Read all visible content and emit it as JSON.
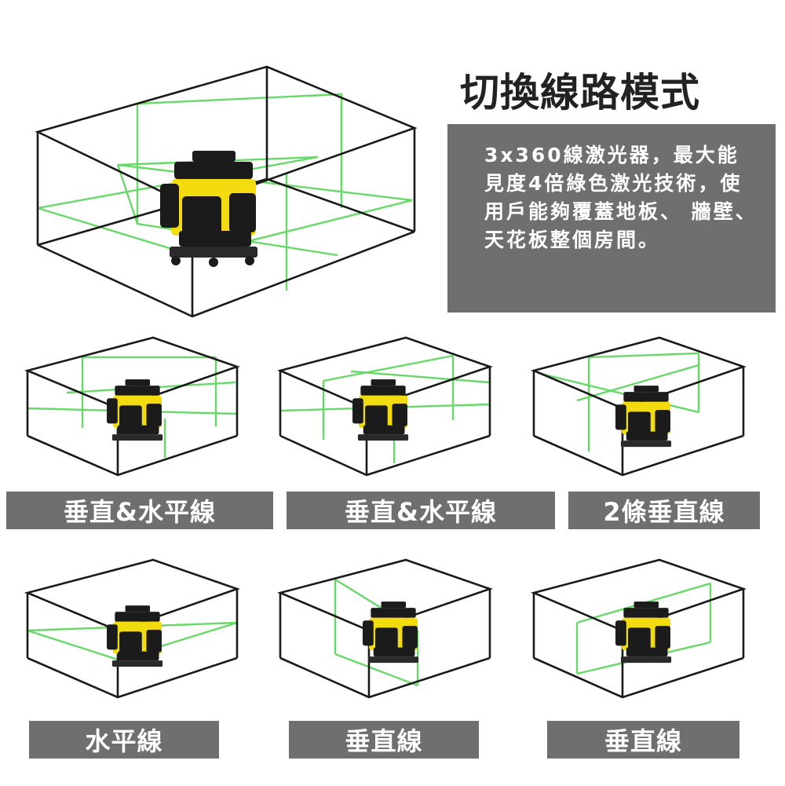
{
  "heading": "切換線路模式",
  "description": "3x360線激光器，最大能見度4倍綠色激光技術，使用戶能夠覆蓋地板、 牆壁、 天花板整個房間。",
  "modes": [
    {
      "label": "垂直&水平線"
    },
    {
      "label": "垂直&水平線"
    },
    {
      "label": "2條垂直線"
    },
    {
      "label": "水平線"
    },
    {
      "label": "垂直線"
    },
    {
      "label": "垂直線"
    }
  ],
  "colors": {
    "laser": "#69d86a",
    "panel": "#6f6f6f",
    "device_body": "#f2dc10",
    "device_dark": "#1b1b1b"
  }
}
